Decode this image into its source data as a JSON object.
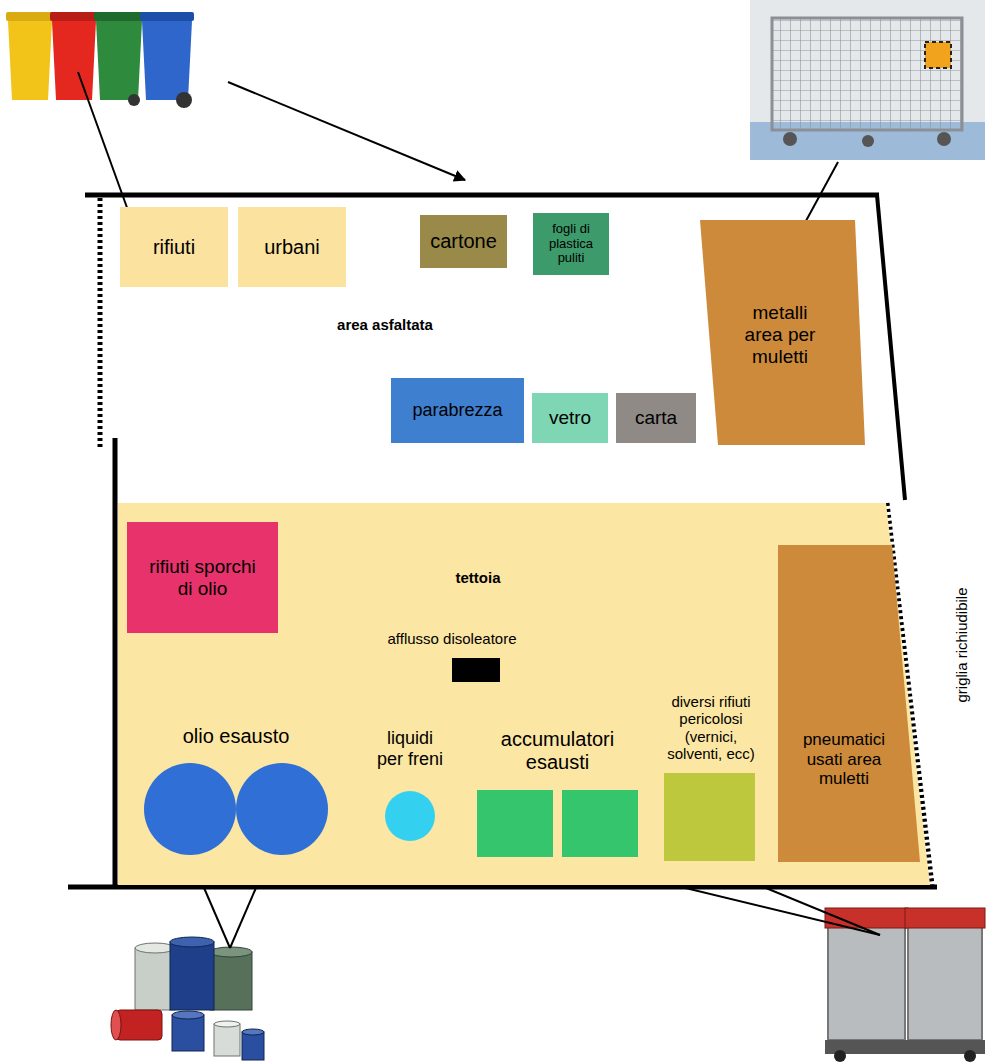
{
  "diagram": {
    "nodes": [
      {
        "text": [
          "area asfaltata"
        ]
      },
      {
        "text": [
          "rifiuti"
        ],
        "in": 0
      },
      {
        "text": [
          "urbani"
        ],
        "in": 0
      },
      {
        "text": [
          "cartone"
        ],
        "in": 0
      },
      {
        "text": [
          "fogli di plastica puliti"
        ],
        "in": 0
      },
      {
        "text": [
          "metalli area per muletti"
        ],
        "in": 0
      },
      {
        "text": [
          "parabrezza"
        ],
        "in": 0
      },
      {
        "text": [
          "vetro"
        ],
        "in": 0
      },
      {
        "text": [
          "carta"
        ],
        "in": 0
      },
      {
        "text": [
          "tettoia"
        ]
      },
      {
        "text": [
          "rifiuti sporchi di olio"
        ],
        "in": 9
      },
      {
        "text": [
          "afflusso disoleatore"
        ],
        "in": 9
      },
      {
        "text": [
          "olio esausto"
        ],
        "in": 9
      },
      {
        "text": [
          "liquidi per freni"
        ],
        "in": 9
      },
      {
        "text": [
          "accumulatori esausti"
        ],
        "in": 9
      },
      {
        "text": [
          "diversi rifiuti pericolosi (vernici, solventi, ecc)"
        ],
        "in": 9
      },
      {
        "text": [
          "pneumatici usati area muletti"
        ],
        "in": 9
      }
    ],
    "labels": [
      "griglia richiudibile"
    ]
  }
}
